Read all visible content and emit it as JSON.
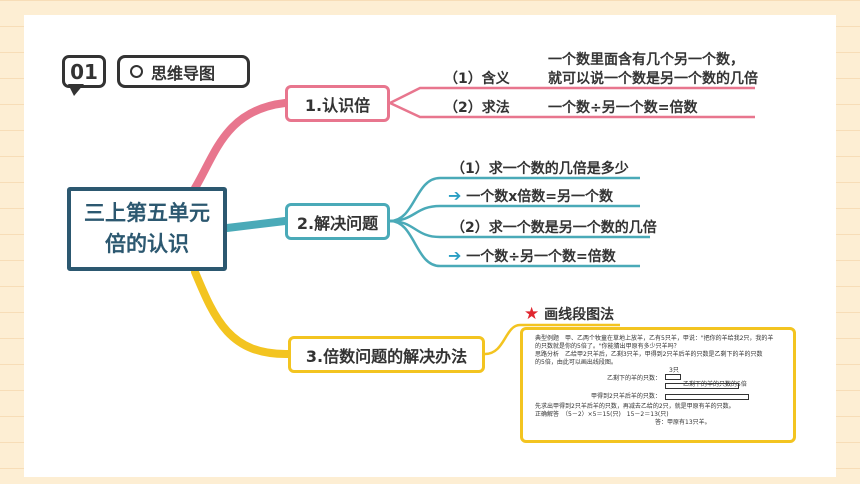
{
  "badge": {
    "number": "01"
  },
  "header": {
    "title": "思维导图"
  },
  "central": {
    "line1": "三上第五单元",
    "line2": "倍的认识"
  },
  "branch1": {
    "label": "1.认识倍",
    "item1": {
      "label": "（1）含义",
      "line1": "一个数里面含有几个另一个数，",
      "line2": "就可以说一个数是另一个数的几倍"
    },
    "item2": {
      "label": "（2）求法",
      "text": "一个数÷另一个数=倍数"
    }
  },
  "branch2": {
    "label": "2.解决问题",
    "item1": "（1）求一个数的几倍是多少",
    "item2": "一个数x倍数=另一个数",
    "item3": "（2）求一个数是另一个数的几倍",
    "item4": "一个数÷另一个数=倍数"
  },
  "branch3": {
    "label": "3.倍数问题的解决办法",
    "method": "画线段图法",
    "example": {
      "l1": "典型例题　甲、乙两个牧童在草地上放羊，乙有5只羊，甲说：\"把你的羊给我2只，我的羊",
      "l2": "的只数就是你的5倍了。\"你能猜出甲原有多少只羊吗？",
      "l3": "思路分析　乙给甲2只羊后，乙剩3只羊，甲得到2只羊后羊的只数是乙剩下的羊的只数",
      "l4": "的5倍，由此可以画出线段图。",
      "d_top": "3只",
      "d1": "乙剩下的羊的只数：",
      "d2": "乙剩下的羊的只数的5倍",
      "d3": "甲得到2只羊后羊的只数：",
      "l5": "先求出甲得到2只羊后羊的只数，再减去乙给的2只，就是甲原有羊的只数。",
      "l6": "正确解答　（5－2）×5＝15(只)　15－2＝13(只)",
      "l7": "答：甲原有13只羊。"
    }
  }
}
